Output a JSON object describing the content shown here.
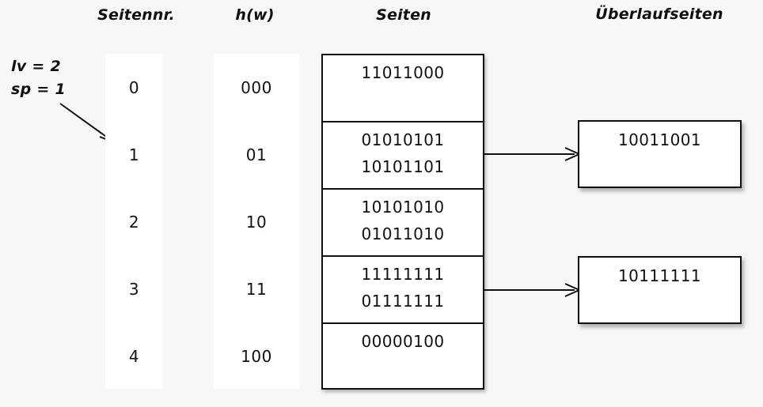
{
  "headers": {
    "page_number": "Seitennr.",
    "hash": "h(w)",
    "pages": "Seiten",
    "overflow_pages": "Überlaufseiten"
  },
  "parameters": {
    "level_label": "lv = 2",
    "split_pointer_label": "sp = 1"
  },
  "colors": {
    "background": "#f7f7f7",
    "lane_fill": "#ffffff",
    "stroke": "#111111",
    "box_fill": "#ffffff"
  },
  "icons": {
    "split_pointer": "diagonal-arrow-icon",
    "overflow_link": "right-arrow-icon"
  },
  "rows": [
    {
      "page_number": "0",
      "hash": "000",
      "records": [
        "11011000"
      ]
    },
    {
      "page_number": "1",
      "hash": "01",
      "records": [
        "01010101",
        "10101101"
      ]
    },
    {
      "page_number": "2",
      "hash": "10",
      "records": [
        "10101010",
        "01011010"
      ]
    },
    {
      "page_number": "3",
      "hash": "11",
      "records": [
        "11111111",
        "01111111"
      ]
    },
    {
      "page_number": "4",
      "hash": "100",
      "records": [
        "00000100"
      ]
    }
  ],
  "overflow_pages": [
    {
      "from_row": 1,
      "records": [
        "10011001"
      ]
    },
    {
      "from_row": 3,
      "records": [
        "10111111"
      ]
    }
  ]
}
